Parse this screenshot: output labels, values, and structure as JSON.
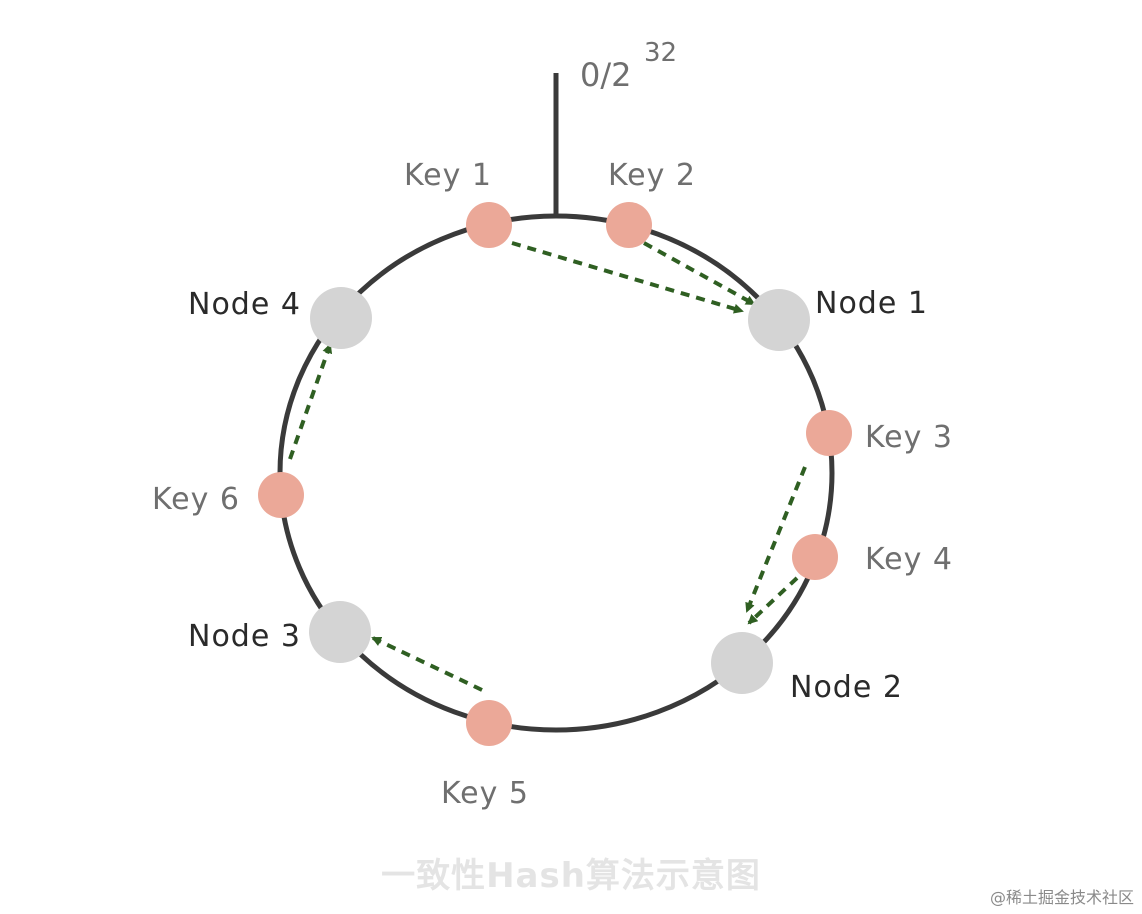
{
  "origin": {
    "base_label": "0/2",
    "exponent_label": "32"
  },
  "nodes": [
    {
      "id": "node-1",
      "label": "Node 1"
    },
    {
      "id": "node-2",
      "label": "Node 2"
    },
    {
      "id": "node-3",
      "label": "Node 3"
    },
    {
      "id": "node-4",
      "label": "Node 4"
    }
  ],
  "keys": [
    {
      "id": "key-1",
      "label": "Key 1"
    },
    {
      "id": "key-2",
      "label": "Key 2"
    },
    {
      "id": "key-3",
      "label": "Key 3"
    },
    {
      "id": "key-4",
      "label": "Key 4"
    },
    {
      "id": "key-5",
      "label": "Key 5"
    },
    {
      "id": "key-6",
      "label": "Key 6"
    }
  ],
  "mappings": [
    {
      "from": "Key 1",
      "to": "Node 1"
    },
    {
      "from": "Key 2",
      "to": "Node 1"
    },
    {
      "from": "Key 3",
      "to": "Node 2"
    },
    {
      "from": "Key 4",
      "to": "Node 2"
    },
    {
      "from": "Key 5",
      "to": "Node 3"
    },
    {
      "from": "Key 6",
      "to": "Node 4"
    }
  ],
  "caption": "一致性Hash算法示意图",
  "watermark": "@稀土掘金技术社区",
  "colors": {
    "ring": "#3a3a3a",
    "node_fill": "#d4d4d4",
    "key_fill": "#eba898",
    "arrow": "#2f5f22",
    "caption": "#e4e4e4"
  }
}
